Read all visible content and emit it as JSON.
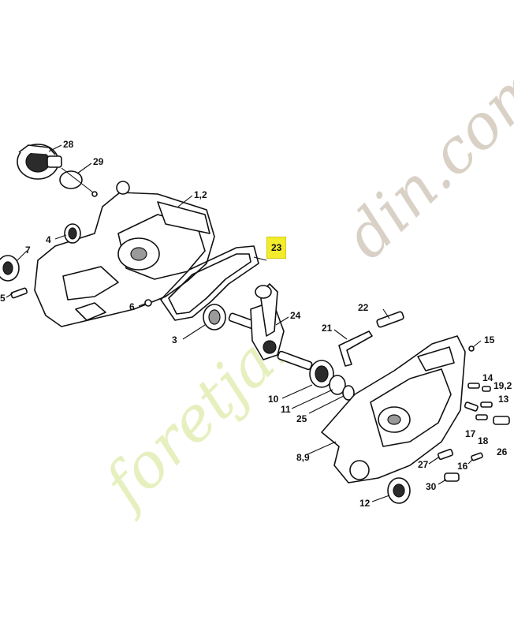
{
  "diagram": {
    "callouts": {
      "c28": "28",
      "c29": "29",
      "c12a": "1,2",
      "c4": "4",
      "c7": "7",
      "c5": "5",
      "c6": "6",
      "c23": "23",
      "c3": "3",
      "c24": "24",
      "c22": "22",
      "c21": "21",
      "c15": "15",
      "c14": "14",
      "c1920": "19,2",
      "c13": "13",
      "c10": "10",
      "c11": "11",
      "c25": "25",
      "c17": "17",
      "c18": "18",
      "c26": "26",
      "c89": "8,9",
      "c27": "27",
      "c16": "16",
      "c30": "30",
      "c12": "12"
    },
    "highlighted_part": "23",
    "highlight_color": "#f3ec2c"
  },
  "watermark": {
    "text_part1": "foretjar",
    "text_part2": "din.com",
    "color_part1": "#e6f0bf",
    "color_part2": "#d9d1c6"
  }
}
